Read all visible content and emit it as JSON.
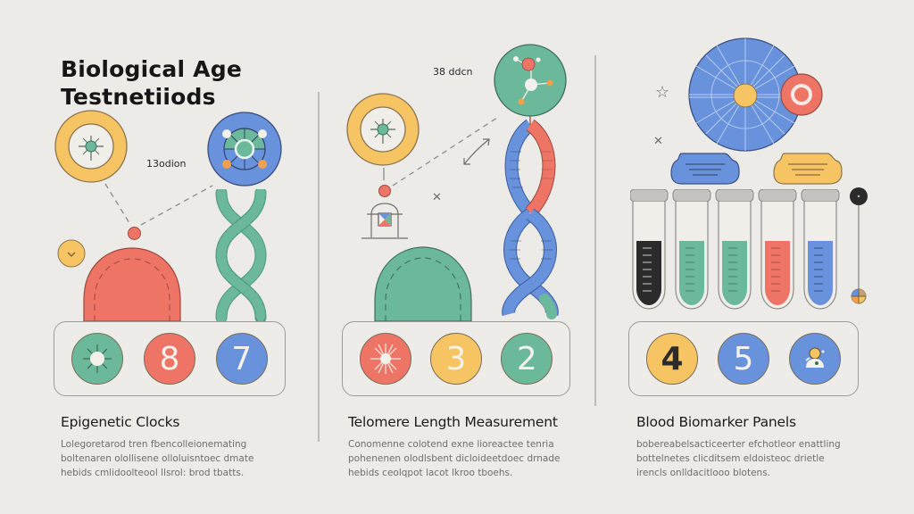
{
  "title": {
    "line1": "Biological Age",
    "line2": "Testnetiiods"
  },
  "colors": {
    "background": "#ecebe7",
    "red": "#ee7566",
    "yellow": "#f7c463",
    "green": "#6bb99a",
    "blue": "#6893dc",
    "dark": "#2b2b2b",
    "divider": "#bdbcb8"
  },
  "sections": [
    {
      "id": "epigenetic",
      "heading": "Epigenetic Clocks",
      "description": [
        "Lolegoretarod tren fbencolleionemating",
        "boltenaren olollisene olloluisntoec dmate",
        "hebids cmlidoolteool llsrol: brod tbatts."
      ],
      "floating_label": "13odion",
      "icons": [
        "target-cell-icon",
        "cell-network-icon",
        "double-helix-icon",
        "check-icon",
        "dome-icon"
      ],
      "badges": [
        {
          "type": "icon",
          "icon": "virus-icon",
          "color": "green"
        },
        {
          "type": "number",
          "value": "8",
          "color": "red"
        },
        {
          "type": "number",
          "value": "7",
          "color": "blue"
        }
      ]
    },
    {
      "id": "telomere",
      "heading": "Telomere Length Measurement",
      "description": [
        "Conomenne colotend exne lioreactee tenria",
        "pohenenen olodlsbent dicloideetdoec drnade",
        "hebids ceolqpot lacot lkroo tboehs."
      ],
      "floating_label": "38 ddcn",
      "icons": [
        "target-cell-icon",
        "molecule-icon",
        "dna-helix-icon",
        "arrow-double-icon",
        "close-icon",
        "lab-device-icon",
        "dome-icon"
      ],
      "badges": [
        {
          "type": "icon",
          "icon": "burst-icon",
          "color": "red"
        },
        {
          "type": "number",
          "value": "3",
          "color": "yellow"
        },
        {
          "type": "number",
          "value": "2",
          "color": "green"
        }
      ]
    },
    {
      "id": "blood",
      "heading": "Blood Biomarker Panels",
      "description": [
        "bobereabelsacticeerter efchotleor enattling",
        "bottelnetes clicditsem eldoisteoc drietle",
        "irencls onlldacitlooo blotens."
      ],
      "icons": [
        "radial-chart-icon",
        "ring-icon",
        "star-icon",
        "close-icon",
        "note-cloud-icon",
        "test-tube-icon",
        "slider-icon"
      ],
      "tubes": [
        {
          "color": "dark"
        },
        {
          "color": "green"
        },
        {
          "color": "green"
        },
        {
          "color": "red"
        },
        {
          "color": "blue"
        }
      ],
      "badges": [
        {
          "type": "number",
          "value": "4",
          "color": "yellow"
        },
        {
          "type": "number",
          "value": "5",
          "color": "blue"
        },
        {
          "type": "icon",
          "icon": "person-icon",
          "color": "blue"
        }
      ]
    }
  ]
}
